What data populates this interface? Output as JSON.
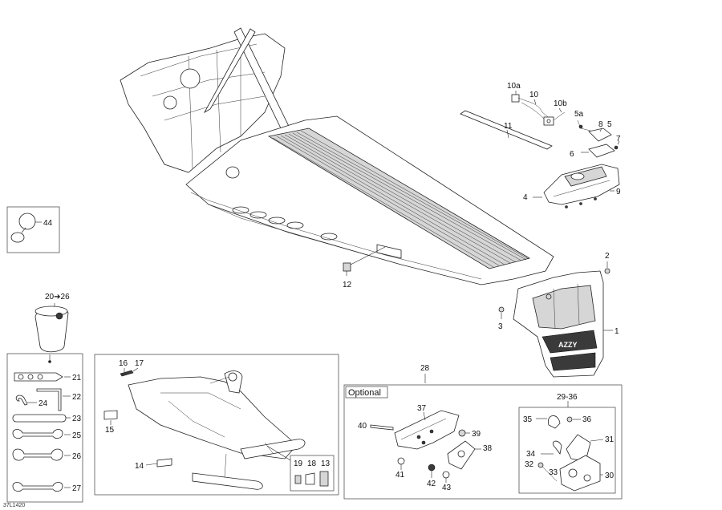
{
  "diagram_code": "37L1420",
  "optional_label": "Optional",
  "callouts": {
    "c1": "1",
    "c2": "2",
    "c3": "3",
    "c4": "4",
    "c5": "5",
    "c5a": "5a",
    "c6": "6",
    "c7": "7",
    "c8": "8",
    "c9": "9",
    "c10": "10",
    "c10a": "10a",
    "c10b": "10b",
    "c11": "11",
    "c12": "12",
    "c13": "13",
    "c14": "14",
    "c15": "15",
    "c16": "16",
    "c17": "17",
    "c18": "18",
    "c19": "19",
    "c20_26": "20➔26",
    "c21": "21",
    "c22": "22",
    "c23": "23",
    "c24": "24",
    "c25": "25",
    "c26": "26",
    "c27": "27",
    "c28": "28",
    "c29_36": "29-36",
    "c30": "30",
    "c31": "31",
    "c32": "32",
    "c33": "33",
    "c34": "34",
    "c35": "35",
    "c36": "36",
    "c37": "37",
    "c38": "38",
    "c39": "39",
    "c40": "40",
    "c41": "41",
    "c42": "42",
    "c43": "43",
    "c44": "44"
  },
  "guard_text": "AZZY"
}
